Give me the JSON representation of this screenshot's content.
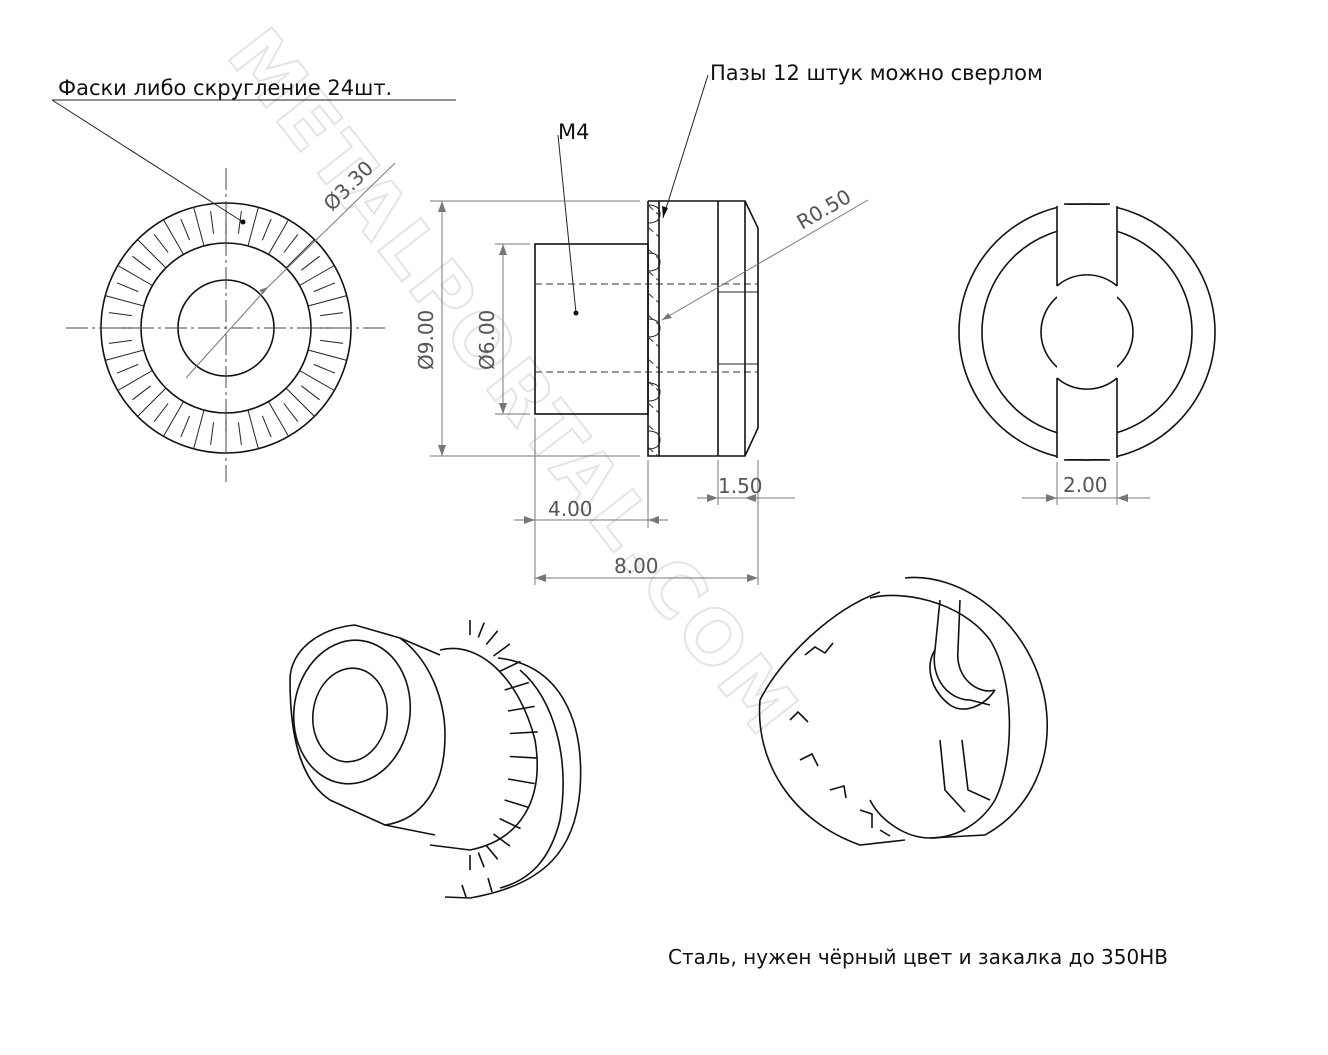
{
  "notes": {
    "chamfers": "Фаски либо скругление 24шт.",
    "slots": "Пазы 12 штук можно сверлом",
    "thread": "M4",
    "material": "Сталь, нужен чёрный цвет и закалка до 350HB"
  },
  "dimensions": {
    "d_slot_circle": "Ø3.30",
    "d_outer": "Ø9.00",
    "d_boss": "Ø6.00",
    "radius": "R0.50",
    "len_boss": "4.00",
    "len_total": "8.00",
    "len_chamfer": "1.50",
    "slot_width": "2.00"
  },
  "watermark": "METALPORTAL.COM",
  "colors": {
    "line": "#111111",
    "dimension": "#777777",
    "watermark": "#e4e4e4"
  }
}
